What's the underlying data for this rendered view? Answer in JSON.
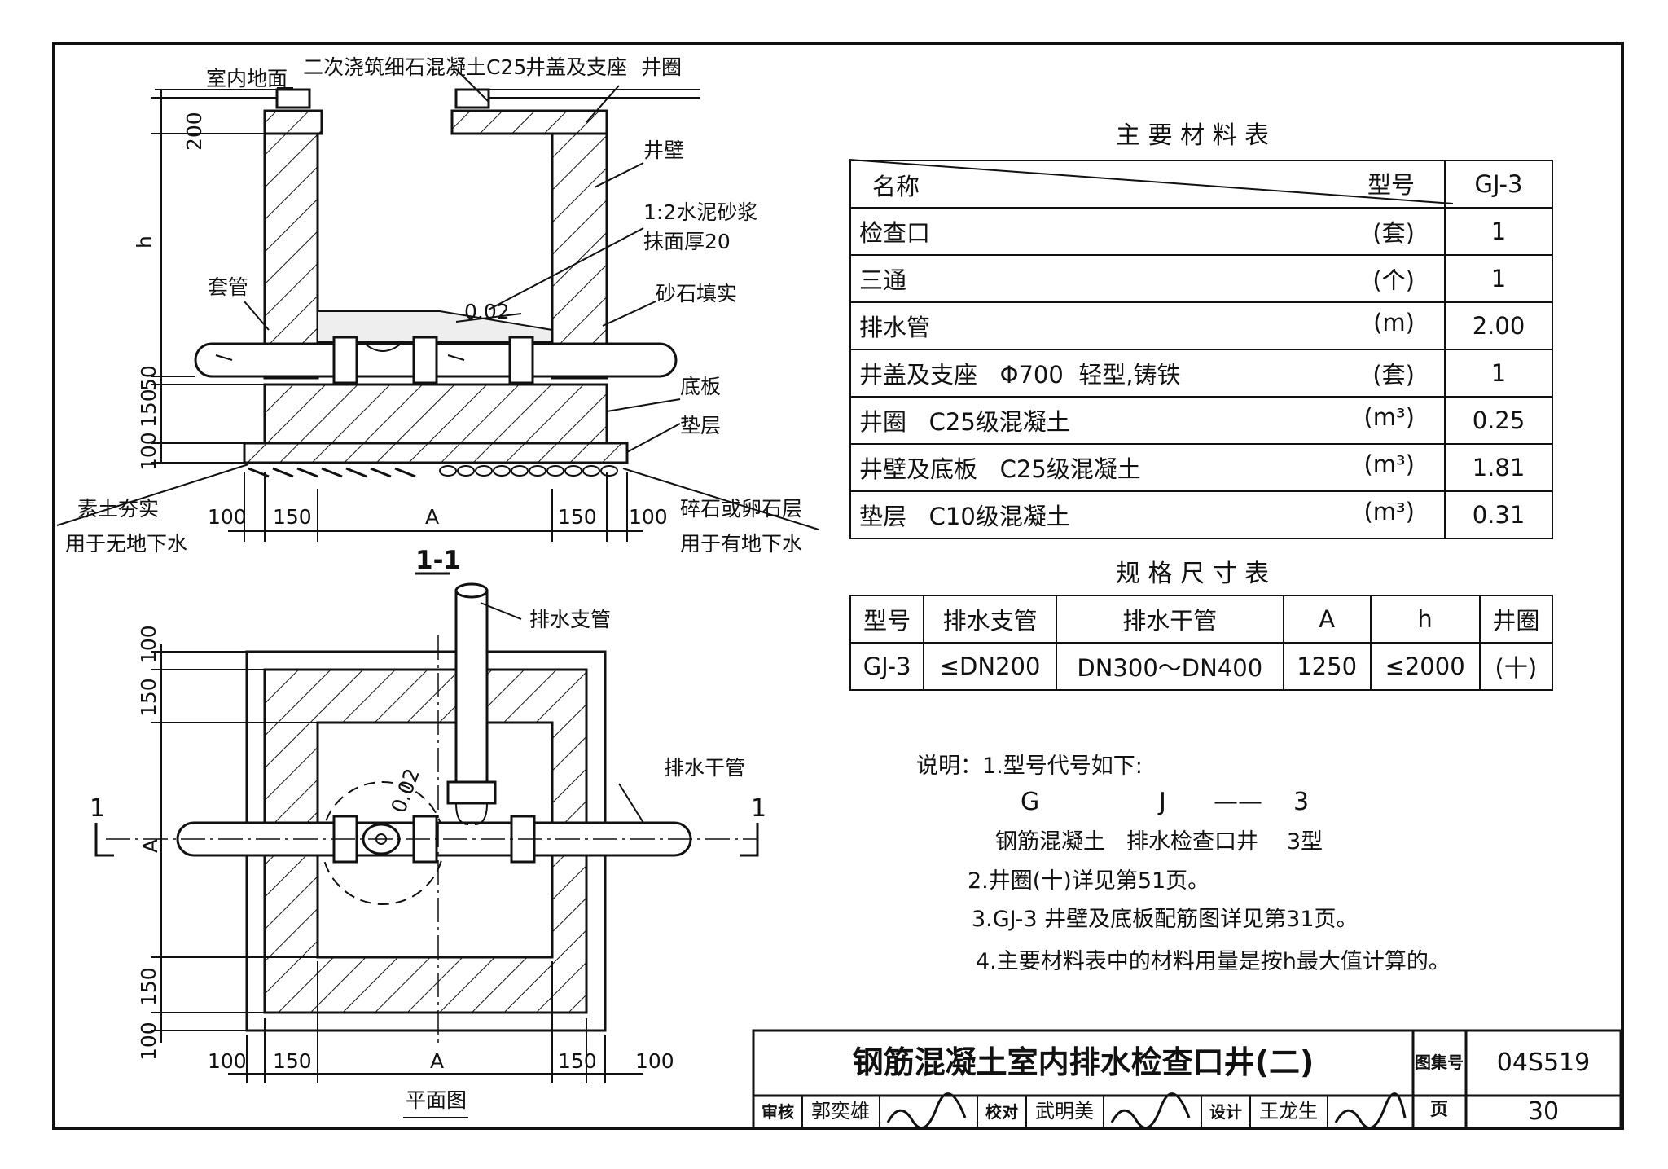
{
  "section": {
    "title": "1-1",
    "labels": {
      "floor": "室内地面",
      "fill_concrete": "二次浇筑细石混凝土C25",
      "cover": "井盖及支座",
      "ring": "井圈",
      "wall": "井壁",
      "mortar_1": "1:2水泥砂浆",
      "mortar_2": "抹面厚20",
      "sleeve": "套管",
      "sand": "砂石填实",
      "slope": "0.02",
      "base": "底板",
      "cushion": "垫层",
      "soil_1": "素土夯实",
      "soil_2": "用于无地下水",
      "gravel_1": "碎石或卵石层",
      "gravel_2": "用于有地下水"
    },
    "dims_vertical": [
      "200",
      "h",
      "50",
      "150",
      "100"
    ],
    "dims_horizontal": [
      "100",
      "150",
      "A",
      "150",
      "100"
    ]
  },
  "plan": {
    "title": "平面图",
    "branch_pipe": "排水支管",
    "main_pipe": "排水干管",
    "slope": "0.02",
    "cut_mark": "1",
    "dim_a": "A",
    "dims_vertical": [
      "100",
      "150",
      "150",
      "100"
    ],
    "dims_horizontal": [
      "100",
      "150",
      "A",
      "150",
      "100"
    ]
  },
  "materials": {
    "title": "主 要 材 料 表",
    "header": {
      "name": "名称",
      "type": "型号",
      "model": "GJ-3"
    },
    "rows": [
      {
        "name": "检查口",
        "unit": "(套)",
        "qty": "1"
      },
      {
        "name": "三通",
        "unit": "(个)",
        "qty": "1"
      },
      {
        "name": "排水管",
        "unit": "(m)",
        "qty": "2.00"
      },
      {
        "name": "井盖及支座   Φ700  轻型,铸铁",
        "unit": "(套)",
        "qty": "1"
      },
      {
        "name": "井圈   C25级混凝土",
        "unit": "(m³)",
        "qty": "0.25"
      },
      {
        "name": "井壁及底板   C25级混凝土",
        "unit": "(m³)",
        "qty": "1.81"
      },
      {
        "name": "垫层   C10级混凝土",
        "unit": "(m³)",
        "qty": "0.31"
      }
    ]
  },
  "specs": {
    "title": "规 格 尺 寸 表",
    "headers": [
      "型号",
      "排水支管",
      "排水干管",
      "A",
      "h",
      "井圈"
    ],
    "row": [
      "GJ-3",
      "≤DN200",
      "DN300～DN400",
      "1250",
      "≤2000",
      "(十)"
    ]
  },
  "notes": {
    "heading": "说明：1.型号代号如下:",
    "code_g": "G",
    "code_j": "J",
    "code_dash": "——",
    "code_3": "3",
    "code_desc_1": "钢筋混凝土",
    "code_desc_2": "排水检查口井",
    "code_desc_3": "3型",
    "n2": "2.井圈(十)详见第51页。",
    "n3": "3.GJ-3 井壁及底板配筋图详见第31页。",
    "n4": "4.主要材料表中的材料用量是按h最大值计算的。"
  },
  "titleblock": {
    "title": "钢筋混凝土室内排水检查口井(二)",
    "atlas_label": "图集号",
    "atlas_no": "04S519",
    "page_label": "页",
    "page_no": "30",
    "review_label": "审核",
    "reviewer": "郭奕雄",
    "check_label": "校对",
    "checker": "武明美",
    "design_label": "设计",
    "designer": "王龙生"
  }
}
